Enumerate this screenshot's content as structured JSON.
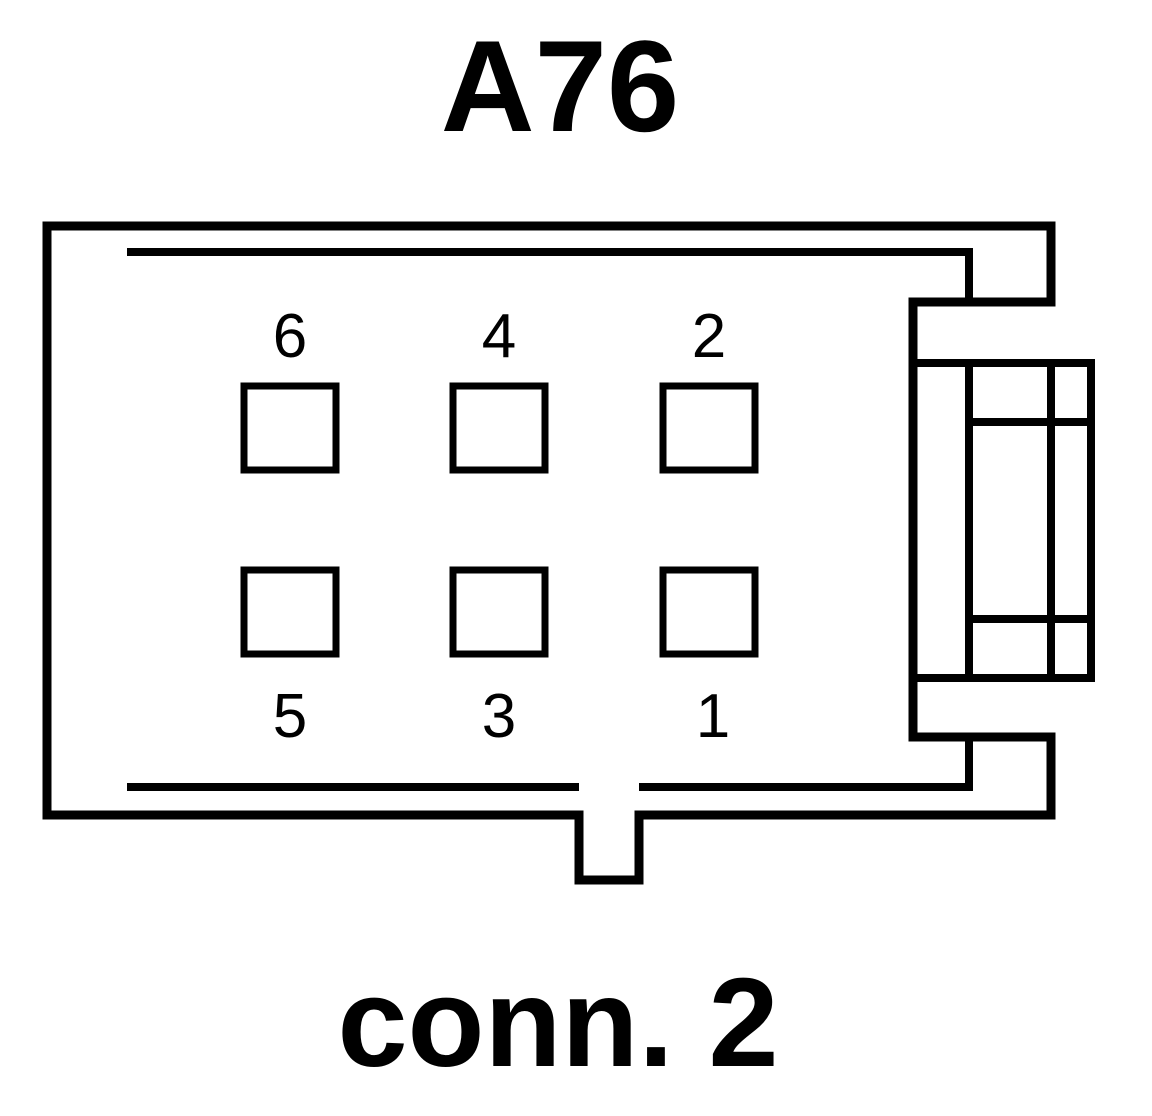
{
  "connector_id": "A76",
  "connector_caption": "conn. 2",
  "pins": [
    {
      "number": "6"
    },
    {
      "number": "4"
    },
    {
      "number": "2"
    },
    {
      "number": "5"
    },
    {
      "number": "3"
    },
    {
      "number": "1"
    }
  ],
  "colors": {
    "line": "#000000",
    "background": "#ffffff"
  }
}
